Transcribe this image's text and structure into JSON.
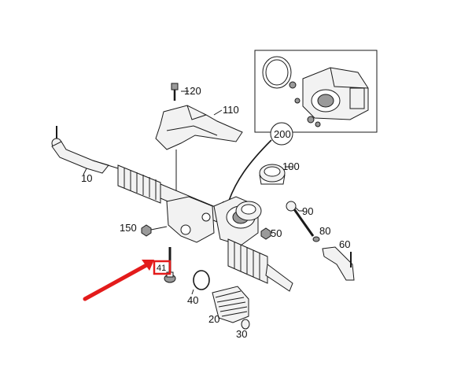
{
  "diagram": {
    "callouts": [
      {
        "id": "c120",
        "text": "120"
      },
      {
        "id": "c110",
        "text": "110"
      },
      {
        "id": "c200",
        "text": "200"
      },
      {
        "id": "c100",
        "text": "100"
      },
      {
        "id": "c10",
        "text": "10"
      },
      {
        "id": "c90",
        "text": "90"
      },
      {
        "id": "c150",
        "text": "150"
      },
      {
        "id": "c50",
        "text": "50"
      },
      {
        "id": "c80",
        "text": "80"
      },
      {
        "id": "c60",
        "text": "60"
      },
      {
        "id": "c41",
        "text": "41"
      },
      {
        "id": "c40",
        "text": "40"
      },
      {
        "id": "c20",
        "text": "20"
      },
      {
        "id": "c30",
        "text": "30"
      }
    ],
    "highlight_color": "#e31b1b",
    "line_color": "#1a1a1a",
    "arrow_color": "#e31b1b"
  }
}
